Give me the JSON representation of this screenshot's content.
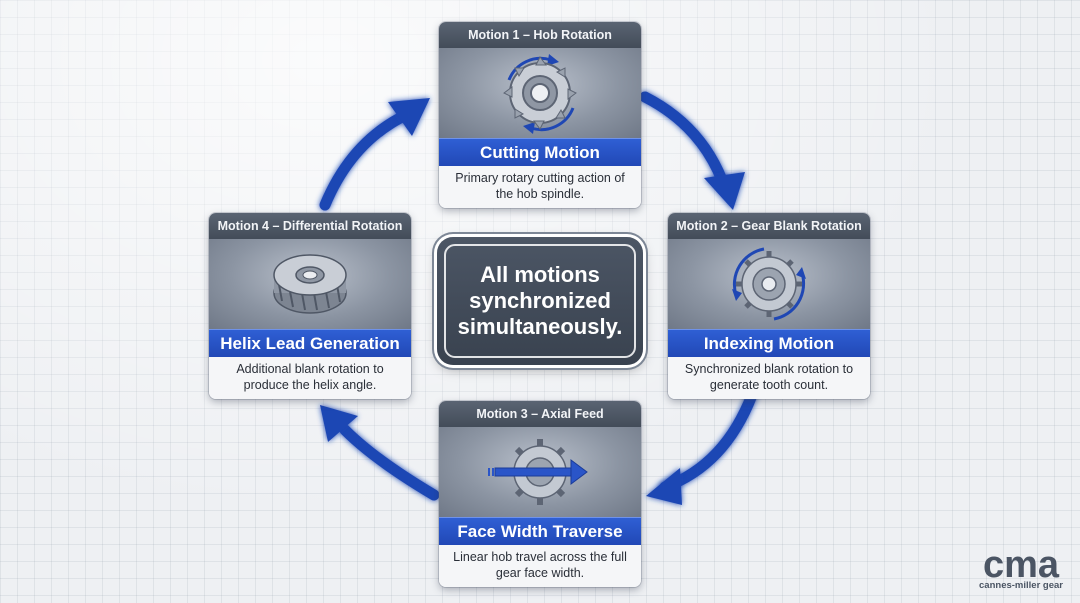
{
  "center": {
    "text": "All motions synchronized simultaneously."
  },
  "motions": [
    {
      "header": "Motion 1 – Hob Rotation",
      "title": "Cutting Motion",
      "description": "Primary rotary cutting action of the hob spindle.",
      "icon": "hob-cutter-icon"
    },
    {
      "header": "Motion 2 – Gear Blank Rotation",
      "title": "Indexing Motion",
      "description": "Synchronized blank rotation to generate tooth count.",
      "icon": "gear-blank-icon"
    },
    {
      "header": "Motion 3 – Axial Feed",
      "title": "Face Width Traverse",
      "description": "Linear hob travel across the full gear face width.",
      "icon": "gear-axial-feed-icon"
    },
    {
      "header": "Motion 4 – Differential Rotation",
      "title": "Helix Lead Generation",
      "description": "Additional blank rotation to produce the helix angle.",
      "icon": "helical-gear-icon"
    }
  ],
  "logo": {
    "mark": "cma",
    "text": "cannes-miller gear"
  },
  "colors": {
    "accent_blue": "#2148b6",
    "card_header": "#4a5361",
    "center_box": "#424b58",
    "background": "#eef0f3"
  }
}
